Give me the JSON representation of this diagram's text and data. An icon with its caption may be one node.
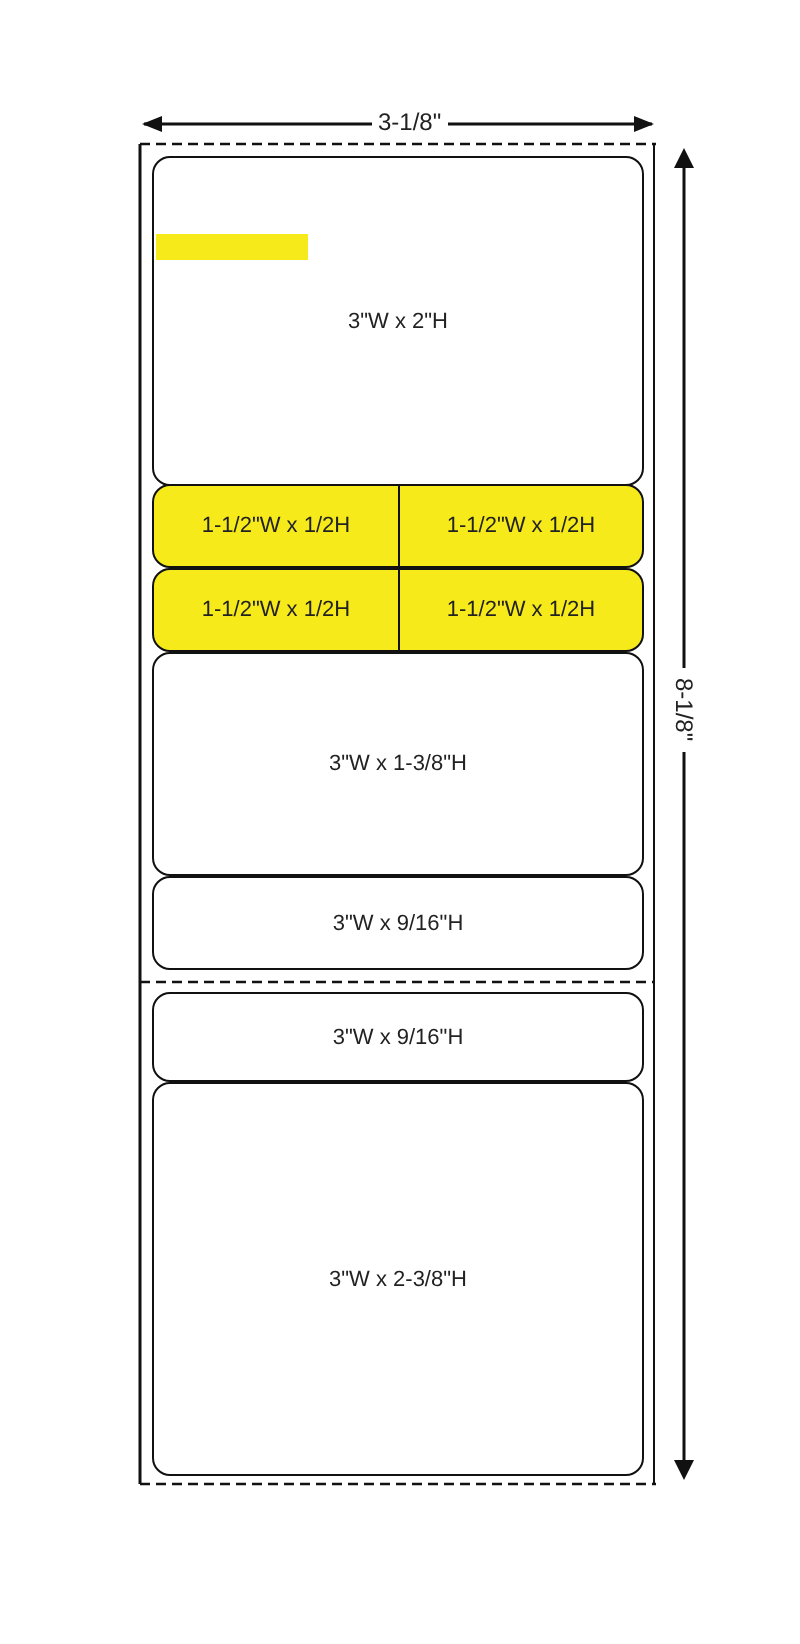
{
  "diagram": {
    "nodes": [
      {
        "text": [
          "3\"W x 2\"H"
        ]
      },
      {
        "text": [
          "1-1/2\"W x 1/2H"
        ]
      },
      {
        "text": [
          "1-1/2\"W x 1/2H"
        ]
      },
      {
        "text": [
          "1-1/2\"W x 1/2H"
        ]
      },
      {
        "text": [
          "1-1/2\"W x 1/2H"
        ]
      },
      {
        "text": [
          "3\"W x 1-3/8\"H"
        ]
      },
      {
        "text": [
          "3\"W x 9/16\"H"
        ]
      },
      {
        "text": [
          "3\"W x 9/16\"H"
        ]
      },
      {
        "text": [
          "3\"W x 2-3/8\"H"
        ]
      }
    ],
    "labels": [
      "3-1/8\"",
      "8-1/8\""
    ]
  }
}
